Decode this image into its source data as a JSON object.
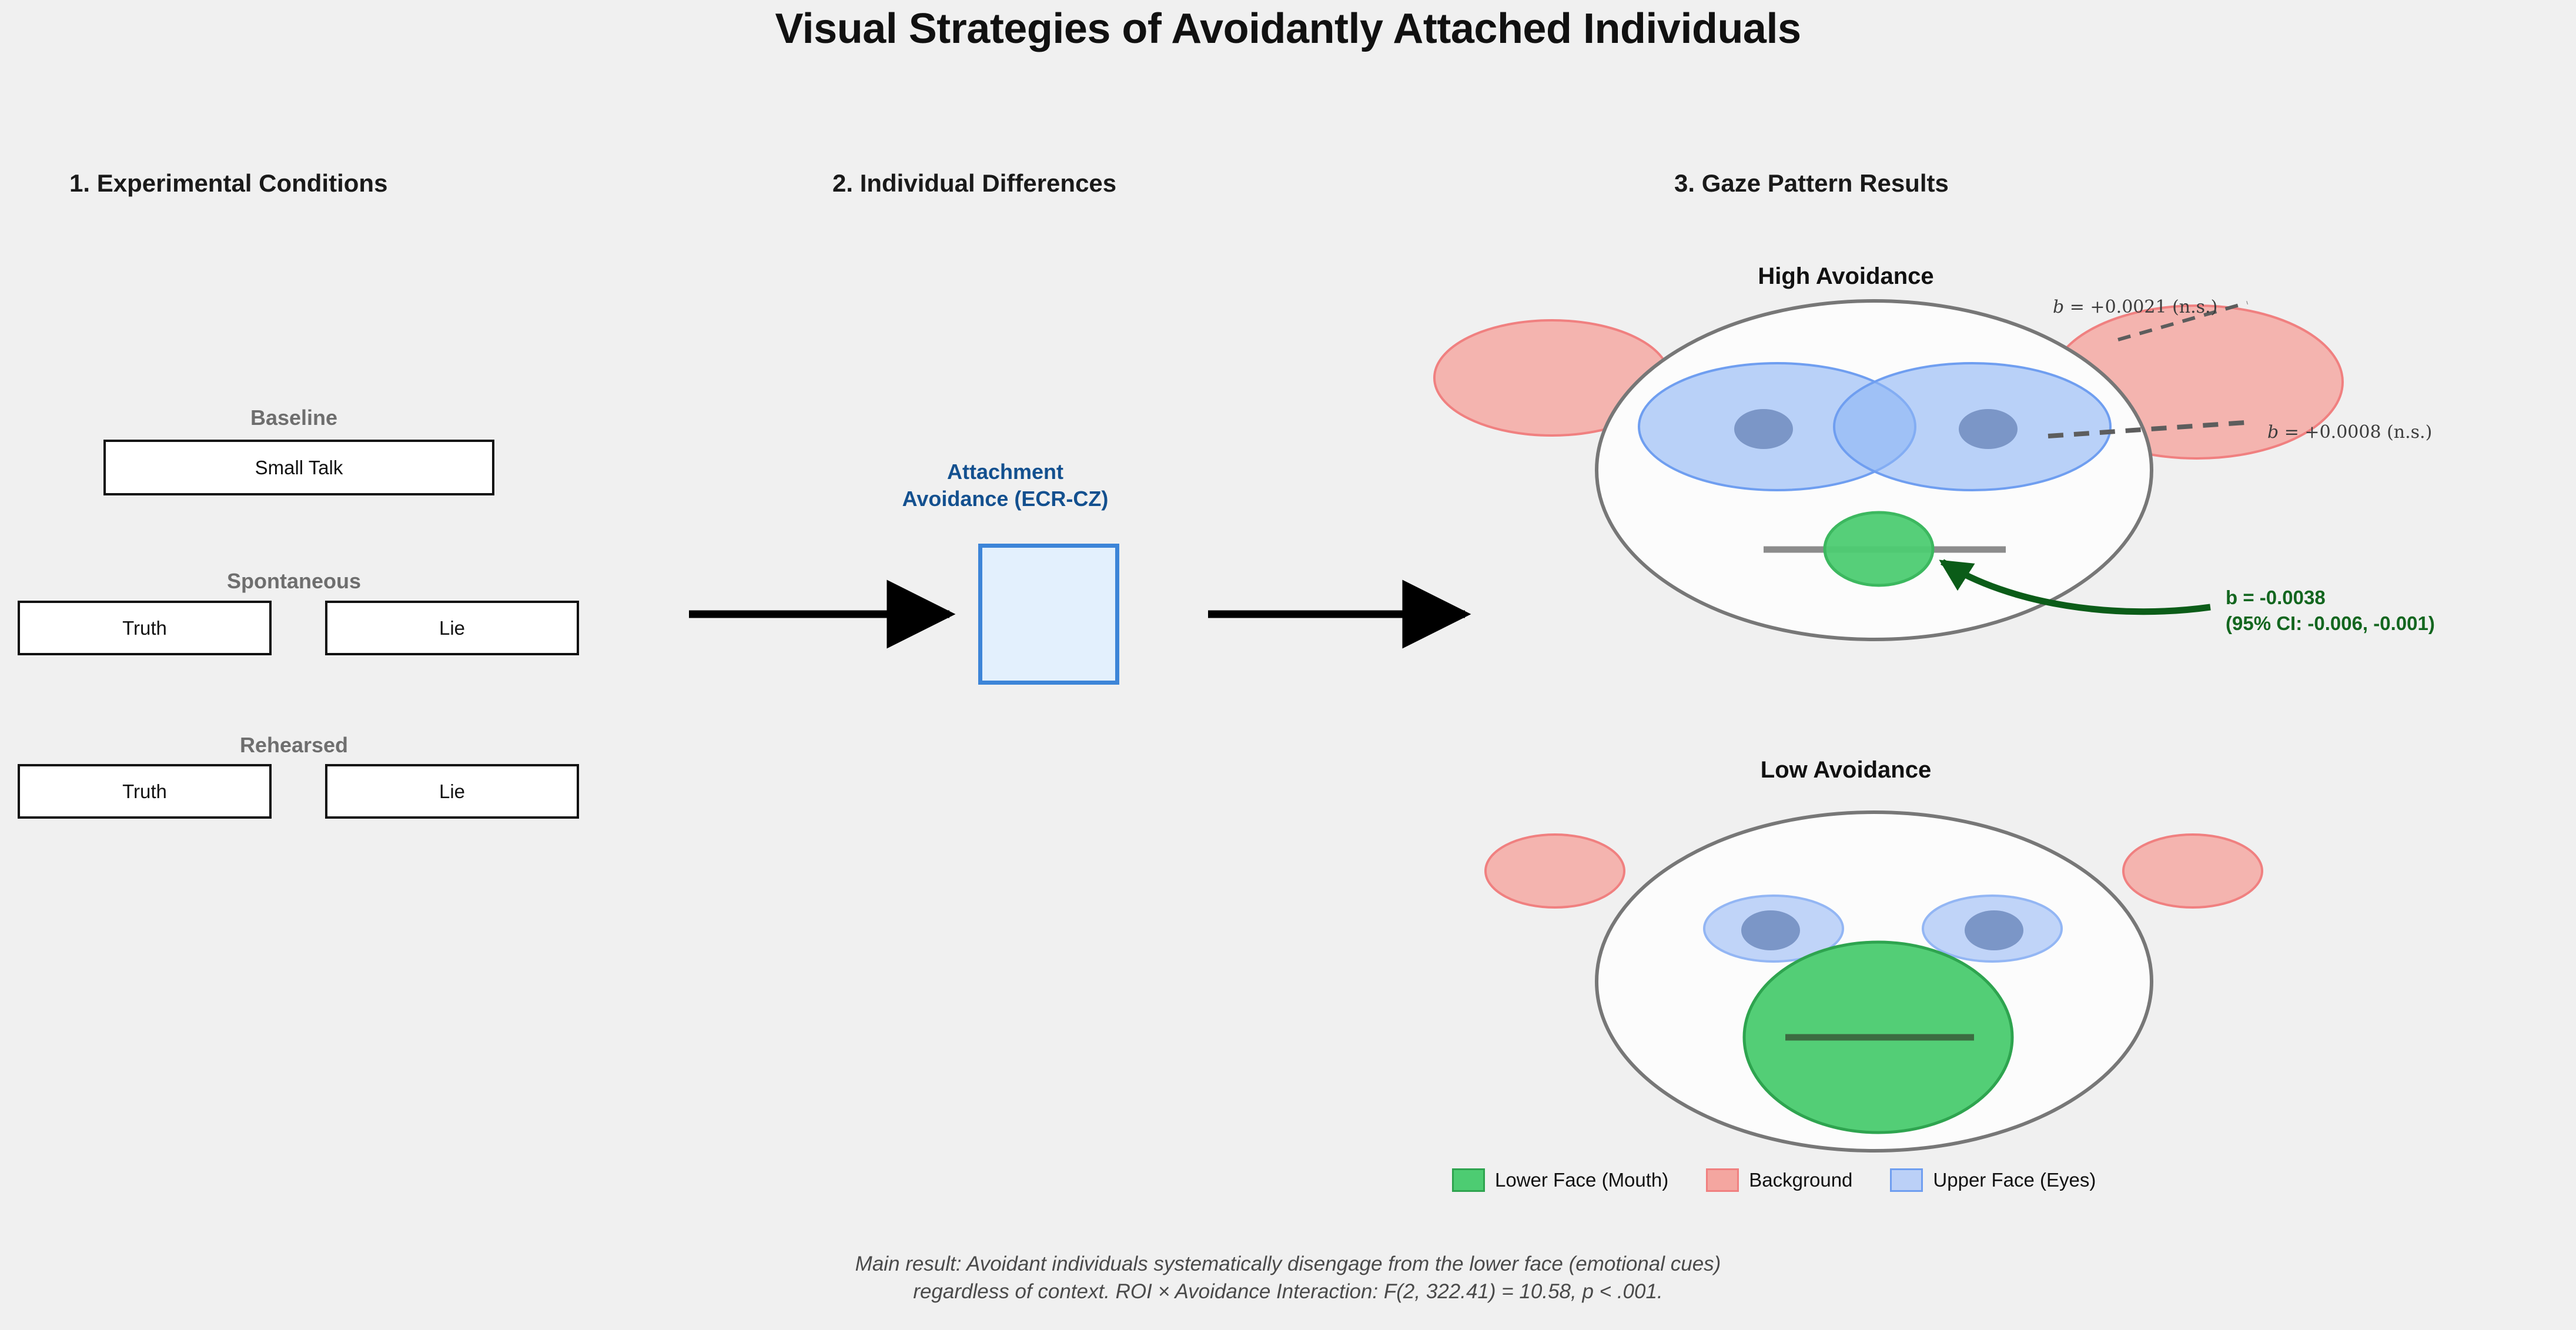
{
  "title": "Visual Strategies of Avoidantly Attached Individuals",
  "columns": {
    "one": "1. Experimental Conditions",
    "two": "2. Individual Differences",
    "three": "3. Gaze Pattern Results"
  },
  "conditions": {
    "baseline_label": "Baseline",
    "baseline_box": "Small Talk",
    "spontaneous_label": "Spontaneous",
    "spontaneous_truth": "Truth",
    "spontaneous_lie": "Lie",
    "rehearsed_label": "Rehearsed",
    "rehearsed_truth": "Truth",
    "rehearsed_lie": "Lie"
  },
  "mediator": {
    "line1": "Attachment",
    "line2": "Avoidance (ECR-CZ)",
    "color": "#13508f",
    "box_fill": "#e3f0fd",
    "box_border": "#3d85d8"
  },
  "faces": {
    "high_title": "High Avoidance",
    "low_title": "Low Avoidance"
  },
  "annotations": {
    "background_top": "b = +0.0021 (n.s.)",
    "background_top_b": "b",
    "background_top_rest": " = +0.0021 (n.s.)",
    "eyes_right": "b = +0.0008 (n.s.)",
    "eyes_right_b": "b",
    "eyes_right_rest": " = +0.0008 (n.s.)",
    "mouth_line1": "b = -0.0038",
    "mouth_line2": "(95% CI: -0.006, -0.001)",
    "mouth_color": "#13661f"
  },
  "legend": {
    "items": [
      {
        "label": "Lower Face (Mouth)",
        "fill": "#4DCC72",
        "stroke": "#2ea44f"
      },
      {
        "label": "Background",
        "fill": "#F4A6A0",
        "stroke": "#f08080"
      },
      {
        "label": "Upper Face (Eyes)",
        "fill": "#BBD0F7",
        "stroke": "#6f9ef0"
      }
    ]
  },
  "caption": {
    "line1": "Main result: Avoidant individuals systematically disengage from the lower face (emotional cues)",
    "line2": "regardless of context. ROI × Avoidance Interaction: F(2, 322.41) = 10.58, p < .001."
  },
  "chart_data": {
    "type": "diagram",
    "title": "Visual Strategies of Avoidantly Attached Individuals",
    "description": "Three-panel path diagram: experimental conditions feed into attachment avoidance, which predicts gaze ROI dwell patterns shown as two schematic faces.",
    "rois": [
      "Lower Face (Mouth)",
      "Background",
      "Upper Face (Eyes)"
    ],
    "roi_colors": {
      "Lower Face (Mouth)": "#4DCC72",
      "Background": "#F4A6A0",
      "Upper Face (Eyes)": "#BBD0F7"
    },
    "effects": [
      {
        "roi": "Background",
        "b": 0.0021,
        "significant": false,
        "label": "b = +0.0021 (n.s.)"
      },
      {
        "roi": "Upper Face (Eyes)",
        "b": 0.0008,
        "significant": false,
        "label": "b = +0.0008 (n.s.)"
      },
      {
        "roi": "Lower Face (Mouth)",
        "b": -0.0038,
        "significant": true,
        "ci_low": -0.006,
        "ci_high": -0.001,
        "label": "b = -0.0038 (95% CI: -0.006, -0.001)"
      }
    ],
    "groups": [
      {
        "name": "High Avoidance",
        "mouth_size": "small",
        "eyes_size": "large",
        "background_size": "large"
      },
      {
        "name": "Low Avoidance",
        "mouth_size": "large",
        "eyes_size": "small",
        "background_size": "small"
      }
    ],
    "omnibus_test": {
      "term": "ROI × Avoidance Interaction",
      "F": 10.58,
      "df1": 2,
      "df2": 322.41,
      "p": "< .001"
    },
    "conditions": [
      "Small Talk",
      "Spontaneous Truth",
      "Spontaneous Lie",
      "Rehearsed Truth",
      "Rehearsed Lie"
    ],
    "predictor": "Attachment Avoidance (ECR-CZ)"
  }
}
